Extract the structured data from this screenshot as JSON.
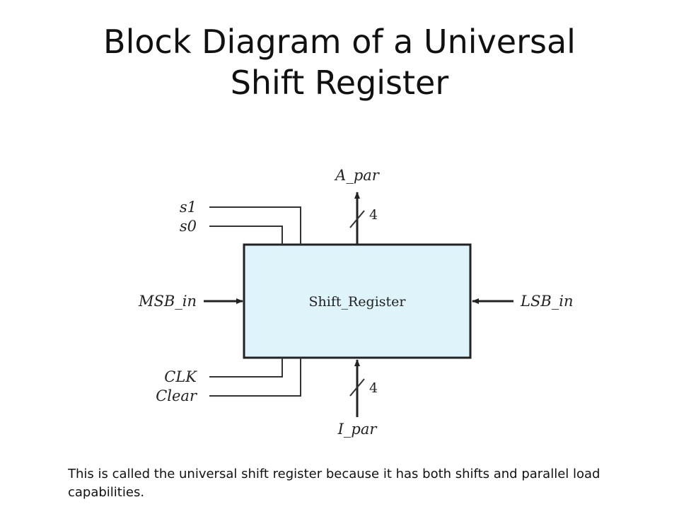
{
  "slide": {
    "title_line1": "Block Diagram of a Universal",
    "title_line2": "Shift Register",
    "caption": "This is called the universal shift register because it has both shifts and parallel load capabilities."
  },
  "diagram": {
    "block_label": "Shift_Register",
    "block_fill": "#dff3fb",
    "inputs": {
      "s1": "s1",
      "s0": "s0",
      "msb_in": "MSB_in",
      "lsb_in": "LSB_in",
      "clk": "CLK",
      "clear": "Clear",
      "i_par": "I_par"
    },
    "outputs": {
      "a_par": "A_par"
    },
    "bus_width_top": "4",
    "bus_width_bottom": "4"
  }
}
